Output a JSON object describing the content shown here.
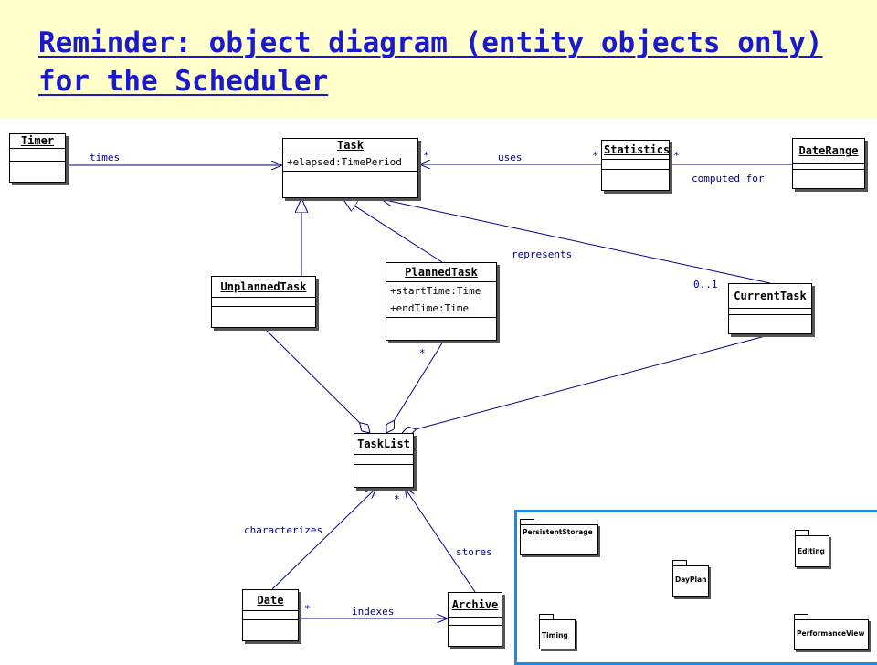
{
  "title": {
    "line1": "Reminder: object diagram (entity objects only)",
    "line2": "for the Scheduler"
  },
  "colors": {
    "title_band": "#ffffcc",
    "title_text": "#1a1acc",
    "link": "#000080",
    "inset_border": "#1e88e5"
  },
  "classes": {
    "timer": {
      "name": "Timer"
    },
    "task": {
      "name": "Task",
      "attributes": [
        "+elapsed:TimePeriod"
      ]
    },
    "statistics": {
      "name": "Statistics"
    },
    "daterange": {
      "name": "DateRange"
    },
    "unplanned": {
      "name": "UnplannedTask"
    },
    "planned": {
      "name": "PlannedTask",
      "attributes": [
        "+startTime:Time",
        "+endTime:Time"
      ]
    },
    "current": {
      "name": "CurrentTask"
    },
    "tasklist": {
      "name": "TaskList"
    },
    "date": {
      "name": "Date"
    },
    "archive": {
      "name": "Archive"
    }
  },
  "associations": {
    "times": "times",
    "uses": "uses",
    "computed_for": "computed for",
    "represents": "represents",
    "characterizes": "characterizes",
    "stores": "stores",
    "indexes": "indexes"
  },
  "multiplicities": {
    "task_uses": "*",
    "statistics_uses": "*",
    "statistics_computed": "*",
    "current_represents": "0..1",
    "planned_tasklist": "*",
    "tasklist_stores": "*",
    "date_indexes": "*"
  },
  "packages": {
    "persistent": "PersistentStorage",
    "editing": "Editing",
    "dayplan": "DayPlan",
    "timing": "Timing",
    "performance": "PerformanceView"
  }
}
